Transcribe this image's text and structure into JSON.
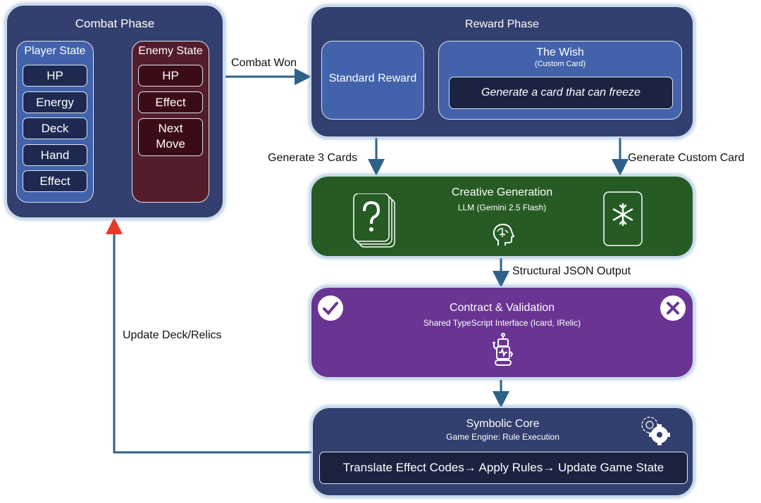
{
  "combat_phase": {
    "title": "Combat Phase",
    "player_state": {
      "title": "Player State",
      "items": [
        "HP",
        "Energy",
        "Deck",
        "Hand",
        "Effect"
      ]
    },
    "enemy_state": {
      "title": "Enemy State",
      "items": [
        "HP",
        "Effect",
        "Next\nMove"
      ]
    }
  },
  "reward_phase": {
    "title": "Reward Phase",
    "standard_reward": "Standard Reward",
    "the_wish": {
      "title": "The Wish",
      "subtitle": "(Custom Card)",
      "prompt": "Generate a card that can freeze"
    }
  },
  "creative_generation": {
    "title": "Creative Generation",
    "subtitle": "LLM (Gemini 2.5 Flash)",
    "icons": [
      "question-cards-icon",
      "brain-head-icon",
      "snowflake-card-icon"
    ]
  },
  "contract_validation": {
    "title": "Contract & Validation",
    "subtitle": "Shared TypeScript Interface (Icard, IRelic)",
    "icons": [
      "check-circle-icon",
      "robot-icon",
      "x-circle-icon"
    ]
  },
  "symbolic_core": {
    "title": "Symbolic Core",
    "subtitle": "Game Engine: Rule Execution",
    "pipeline": "Translate Effect Codes→ Apply Rules→ Update Game State",
    "icons": [
      "gears-icon"
    ]
  },
  "edges": {
    "combat_won": "Combat Won",
    "generate_3_cards": "Generate 3 Cards",
    "generate_custom_card": "Generate Custom Card",
    "structural_json_output": "Structural JSON Output",
    "update_deck_relics": "Update Deck/Relics"
  },
  "colors": {
    "navy": "#333f6e",
    "player_blue": "#4263ab",
    "enemy_red": "#541d2b",
    "green": "#265c24",
    "purple": "#6a3494",
    "arrow": "#2e6187",
    "red_arrow": "#e8392b"
  }
}
